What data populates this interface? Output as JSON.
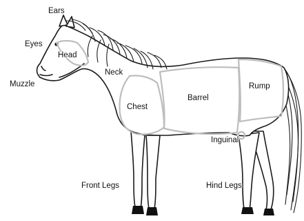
{
  "labels": {
    "ears": "Ears",
    "eyes": "Eyes",
    "head": "Head",
    "muzzle": "Muzzle",
    "neck": "Neck",
    "chest": "Chest",
    "barrel": "Barrel",
    "rump": "Rump",
    "inguinal": "Inguinal",
    "front_legs": "Front Legs",
    "hind_legs": "Hind Legs"
  }
}
